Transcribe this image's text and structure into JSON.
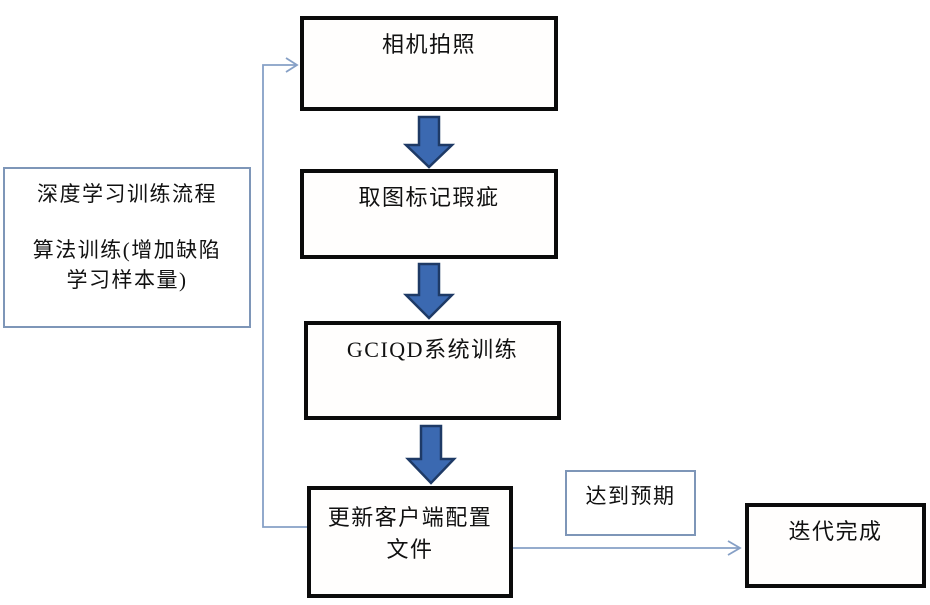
{
  "diagram": {
    "nodes": {
      "camera": {
        "label": "相机拍照"
      },
      "mark_defects": {
        "label": "取图标记瑕疵"
      },
      "system_training": {
        "label": "GCIQD系统训练"
      },
      "update_config": {
        "label_line1": "更新客户端配置",
        "label_line2": "文件"
      },
      "iteration_done": {
        "label": "迭代完成"
      }
    },
    "labels": {
      "side_note_line1": "深度学习训练流程",
      "side_note_line2": "算法训练(增加缺陷",
      "side_note_line3": "学习样本量)",
      "expectation": "达到预期"
    },
    "colors": {
      "block_arrow_fill": "#3b69b1",
      "block_arrow_stroke": "#1e3a66",
      "connector_line": "#86a0c6",
      "node_border": "#0b0b0b",
      "note_border": "#7e96b8"
    }
  }
}
